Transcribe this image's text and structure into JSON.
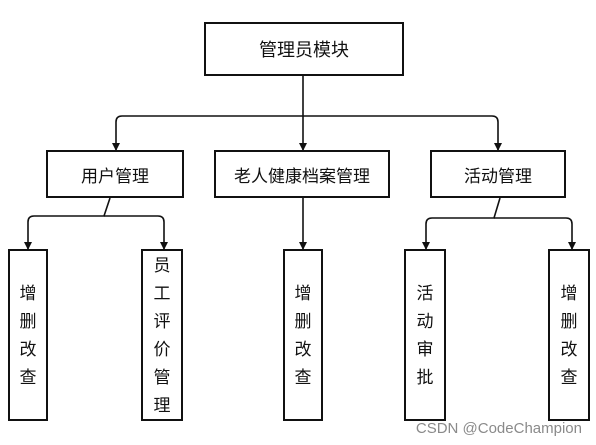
{
  "root": {
    "label": "管理员模块"
  },
  "modules": [
    {
      "label": "用户管理",
      "children": [
        {
          "label": "增删改查"
        },
        {
          "label": "员工评价管理"
        }
      ]
    },
    {
      "label": "老人健康档案管理",
      "children": [
        {
          "label": "增删改查"
        }
      ]
    },
    {
      "label": "活动管理",
      "children": [
        {
          "label": "活动审批"
        },
        {
          "label": "增删改查"
        }
      ]
    }
  ],
  "watermark": "CSDN @CodeChampion",
  "colors": {
    "line": "#111111",
    "box_border": "#111111",
    "watermark": "#8a8a8a"
  }
}
